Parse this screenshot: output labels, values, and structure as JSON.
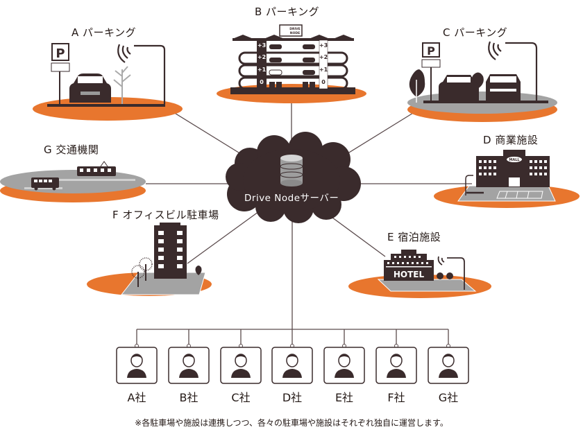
{
  "colors": {
    "dark": "#3a2b2c",
    "orange": "#e8762e",
    "gray_ground": "#a3a3a3",
    "line": "#5a4a4c",
    "text": "#231815"
  },
  "server": {
    "label": "Drive  Nodeサーバー",
    "icon": "database-icon"
  },
  "locations": [
    {
      "id": "A",
      "label": "A パーキング",
      "type": "outdoor-parking"
    },
    {
      "id": "B",
      "label": "B パーキング",
      "type": "multi-level-parking",
      "floors_left": [
        "+3",
        "+2",
        "+1",
        "0"
      ],
      "floors_right": [
        "+3",
        "+2",
        "+1",
        "0"
      ],
      "sign": "DRIVE NODE"
    },
    {
      "id": "C",
      "label": "C パーキング",
      "type": "outdoor-parking"
    },
    {
      "id": "D",
      "label": "D 商業施設",
      "type": "mall",
      "sign": "MALL"
    },
    {
      "id": "E",
      "label": "E 宿泊施設",
      "type": "hotel",
      "sign": "HOTEL"
    },
    {
      "id": "F",
      "label": "F オフィスビル駐車場",
      "type": "office"
    },
    {
      "id": "G",
      "label": "G 交通機関",
      "type": "transit"
    }
  ],
  "companies": [
    {
      "label": "A社",
      "icon": "operator-male-headset-icon"
    },
    {
      "label": "B社",
      "icon": "operator-female-icon"
    },
    {
      "label": "C社",
      "icon": "operator-male-icon"
    },
    {
      "label": "D社",
      "icon": "operator-female-headset-icon"
    },
    {
      "label": "E社",
      "icon": "operator-female-ponytail-icon"
    },
    {
      "label": "F社",
      "icon": "operator-male-suit-icon"
    },
    {
      "label": "G社",
      "icon": "operator-male-suit-icon"
    }
  ],
  "sign_texts": {
    "parking": "P",
    "drive_node_1": "DRIVE",
    "drive_node_2": "NODE"
  },
  "footnote": "※各駐車場や施設は連携しつつ、各々の駐車場や施設はそれぞれ独自に運営します。"
}
